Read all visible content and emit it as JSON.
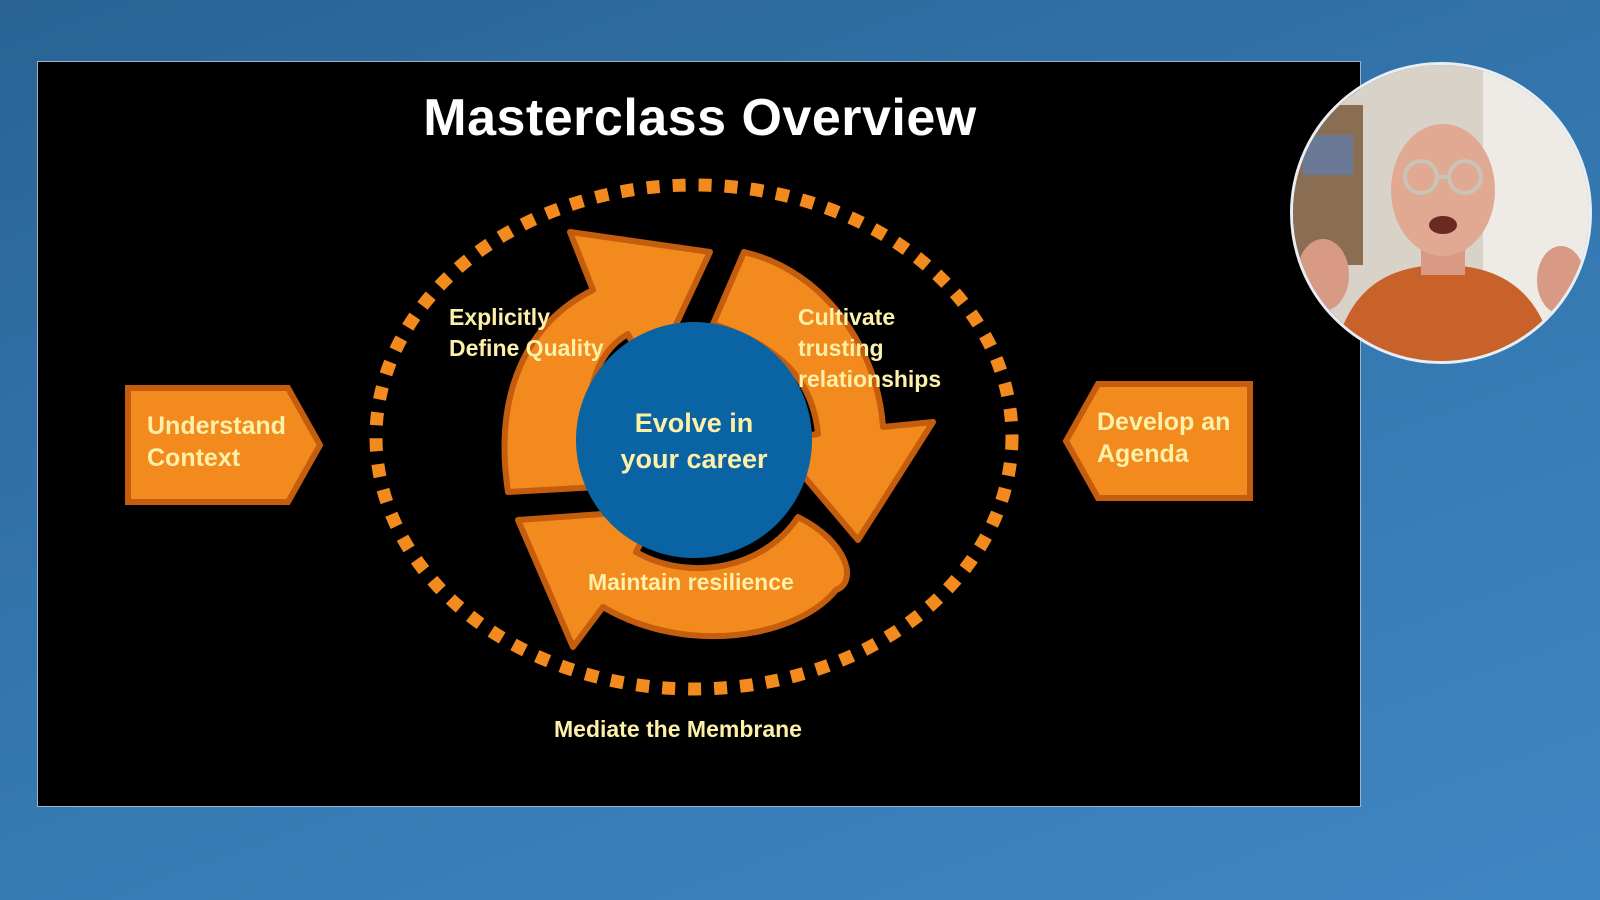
{
  "slide": {
    "title": "Masterclass Overview",
    "center_line1": "Evolve in",
    "center_line2": "your career",
    "cycle_labels": {
      "top_left_line1": "Explicitly",
      "top_left_line2": "Define Quality",
      "top_right_line1": "Cultivate",
      "top_right_line2": "trusting",
      "top_right_line3": "relationships",
      "bottom": "Maintain resilience"
    },
    "left_box_line1": "Understand",
    "left_box_line2": "Context",
    "right_box_line1": "Develop an",
    "right_box_line2": "Agenda",
    "footer_label": "Mediate the Membrane"
  },
  "colors": {
    "background": "#3173ab",
    "slide_bg": "#000000",
    "orange": "#f28a1e",
    "orange_dark": "#c45e0e",
    "blue_center": "#0a64a3",
    "label_text": "#fdf0a8"
  },
  "webcam": {
    "alt": "presenter-webcam-feed"
  }
}
